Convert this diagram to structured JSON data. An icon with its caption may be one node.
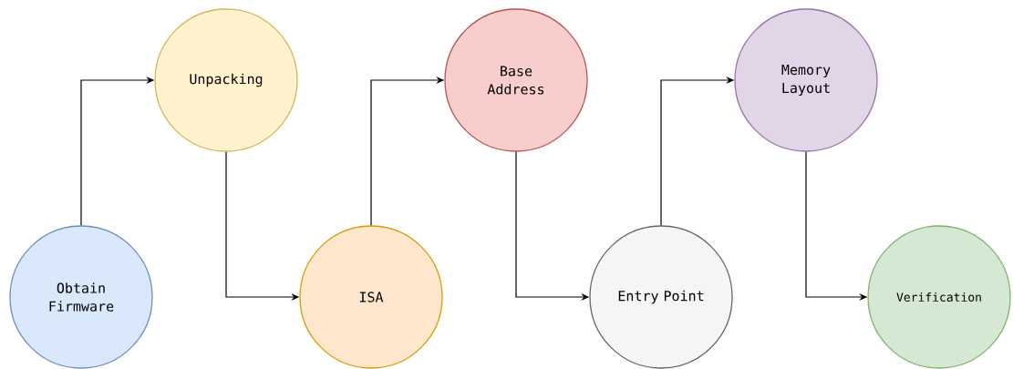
{
  "diagram": {
    "nodes": [
      {
        "text": [
          "Obtain Firmware"
        ]
      },
      {
        "text": [
          "Unpacking"
        ]
      },
      {
        "text": [
          "ISA"
        ]
      },
      {
        "text": [
          "Base Address"
        ]
      },
      {
        "text": [
          "Entry Point"
        ]
      },
      {
        "text": [
          "Memory Layout"
        ]
      },
      {
        "text": [
          "Verification"
        ]
      }
    ],
    "edges": [
      {
        "from": 0,
        "to": 1,
        "arrow": "to"
      },
      {
        "from": 1,
        "to": 2,
        "arrow": "to"
      },
      {
        "from": 2,
        "to": 3,
        "arrow": "to"
      },
      {
        "from": 3,
        "to": 4,
        "arrow": "to"
      },
      {
        "from": 4,
        "to": 5,
        "arrow": "to"
      },
      {
        "from": 5,
        "to": 6,
        "arrow": "to"
      }
    ]
  }
}
